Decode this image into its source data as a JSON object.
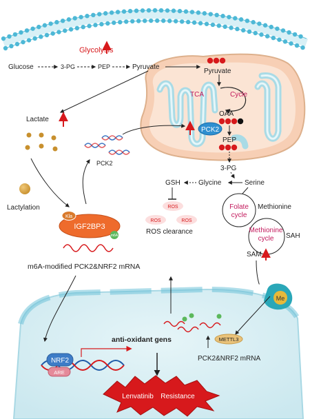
{
  "glycolysis": {
    "label": "Glycolysis",
    "steps": [
      "Glucose",
      "3-PG",
      "PEP",
      "Pyruvate"
    ]
  },
  "mito": {
    "pyruvate": "Pyruvate",
    "tca": [
      "TCA",
      "Cycle"
    ],
    "oaa": "OAA",
    "pck2": "PCK2",
    "pep": "PEP"
  },
  "serine_path": {
    "pg3": "3-PG",
    "glycine": "Glycine",
    "serine": "Serine",
    "gsh": "GSH",
    "ros": [
      "ROS",
      "ROS",
      "ROS"
    ],
    "ros_clearance": "ROS clearance"
  },
  "one_carbon": {
    "folate": [
      "Folate",
      "cycle"
    ],
    "methionine": "Methionine",
    "methionine_cycle": [
      "Methionine",
      "cycle"
    ],
    "sah": "SAH",
    "sam": "SAM",
    "me": "Me"
  },
  "left": {
    "lactate": "Lactate",
    "lactylation": "Lactylation",
    "pck2": "PCK2",
    "kla": "Kla",
    "igf2bp3": "IGF2BP3",
    "m6a": "m6A",
    "mrna_label": "m6A-modified PCK2&NRF2 mRNA"
  },
  "nucleus": {
    "nrf2": "NRF2",
    "are": "ARE",
    "anti_oxidant": "anti-oxidant gens",
    "mettl3": "METTL3",
    "mrna": "PCK2&NRF2 mRNA",
    "resistance": [
      "Lenvatinib",
      "Resistance"
    ]
  },
  "colors": {
    "red": "#d7191c",
    "magenta": "#c2185b",
    "mito_fill": "#fbe1cf",
    "mito_cristae": "#bfe3ec",
    "nucleus": "#d7eef3",
    "membrane": "#5fc0d9",
    "igf_orange": "#ee6b2c",
    "pck2_blue": "#2f8fd0"
  }
}
